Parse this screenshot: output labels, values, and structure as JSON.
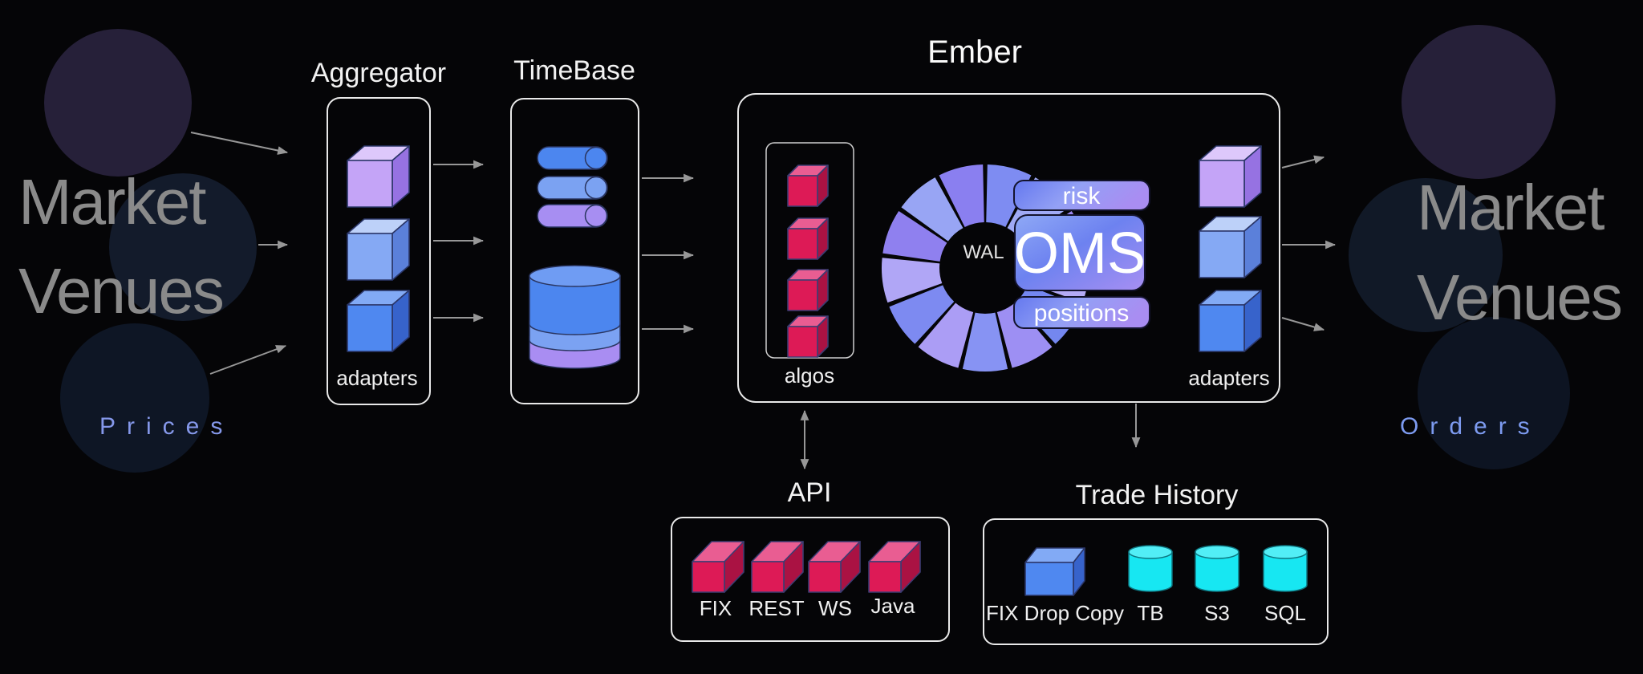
{
  "diagram": {
    "left_venue": {
      "line1": "Market",
      "line2": "Venues",
      "caption": "Prices"
    },
    "right_venue": {
      "line1": "Market",
      "line2": "Venues",
      "caption": "Orders"
    },
    "aggregator": {
      "title": "Aggregator",
      "adapters_label": "adapters"
    },
    "timebase": {
      "title": "TimeBase"
    },
    "ember": {
      "title": "Ember",
      "algos_label": "algos",
      "adapters_label": "adapters",
      "wal_label": "WAL",
      "risk_label": "risk",
      "oms_label": "OMS",
      "positions_label": "positions"
    },
    "api": {
      "title": "API",
      "items": [
        "FIX",
        "REST",
        "WS",
        "Java"
      ]
    },
    "trade_history": {
      "title": "Trade History",
      "drop_copy_label": "FIX Drop Copy",
      "stores": [
        "TB",
        "S3",
        "SQL"
      ]
    },
    "colors": {
      "background": "#050507",
      "box_stroke": "#e9e9e9",
      "arrow": "#979797",
      "venue_text": "#8a8a8a",
      "prices_text": "#8598ea",
      "orders_text": "#7d9bf0",
      "circles_left": [
        "#262039",
        "#131b2b",
        "#0e1625"
      ],
      "circles_right": [
        "#262039",
        "#111927",
        "#0d1422"
      ],
      "pills": [
        "#4c86ef",
        "#7ba2f2",
        "#a78ef2"
      ],
      "cylinder": {
        "body": "#4c86ef",
        "band_mid": "#7ba2f2",
        "band_bottom": "#a98df2",
        "top": "#6f9cf3",
        "outline": "#2a3560"
      },
      "cyan_cylinder": {
        "body": "#17e7f2",
        "top": "#52eef6",
        "outline": "#0e7680"
      },
      "gradients": {
        "badge_from": "#6478ef",
        "badge_mid": "#93a0f5",
        "badge_to": "#a98df2",
        "oms_from": "#8fa9f6",
        "oms_mid": "#6d82f0",
        "oms_to": "#a78ff2"
      },
      "ring_palette": [
        "#7e8cf2",
        "#a0aaf5",
        "#9a86f0",
        "#b3aaf6",
        "#7487ef",
        "#9d8ff3",
        "#8793f3",
        "#ab9df5",
        "#7d8af1",
        "#b0a6f6",
        "#8f80ef",
        "#98a5f4",
        "#8a7ff0"
      ],
      "cubes": {
        "purple": {
          "front": "#c4a4f7",
          "top": "#ddc8fb",
          "side": "#9672e2",
          "outline": "#2b3668"
        },
        "lightblue": {
          "front": "#85a9f4",
          "top": "#bdd1f9",
          "side": "#5b80da",
          "outline": "#2b3668"
        },
        "blue": {
          "front": "#4f88f0",
          "top": "#82aaf5",
          "side": "#3763cb",
          "outline": "#2b3668"
        },
        "red": {
          "front": "#dd1a56",
          "top": "#e95d92",
          "side": "#aa1243",
          "outline": "#3c3c72"
        }
      }
    }
  }
}
